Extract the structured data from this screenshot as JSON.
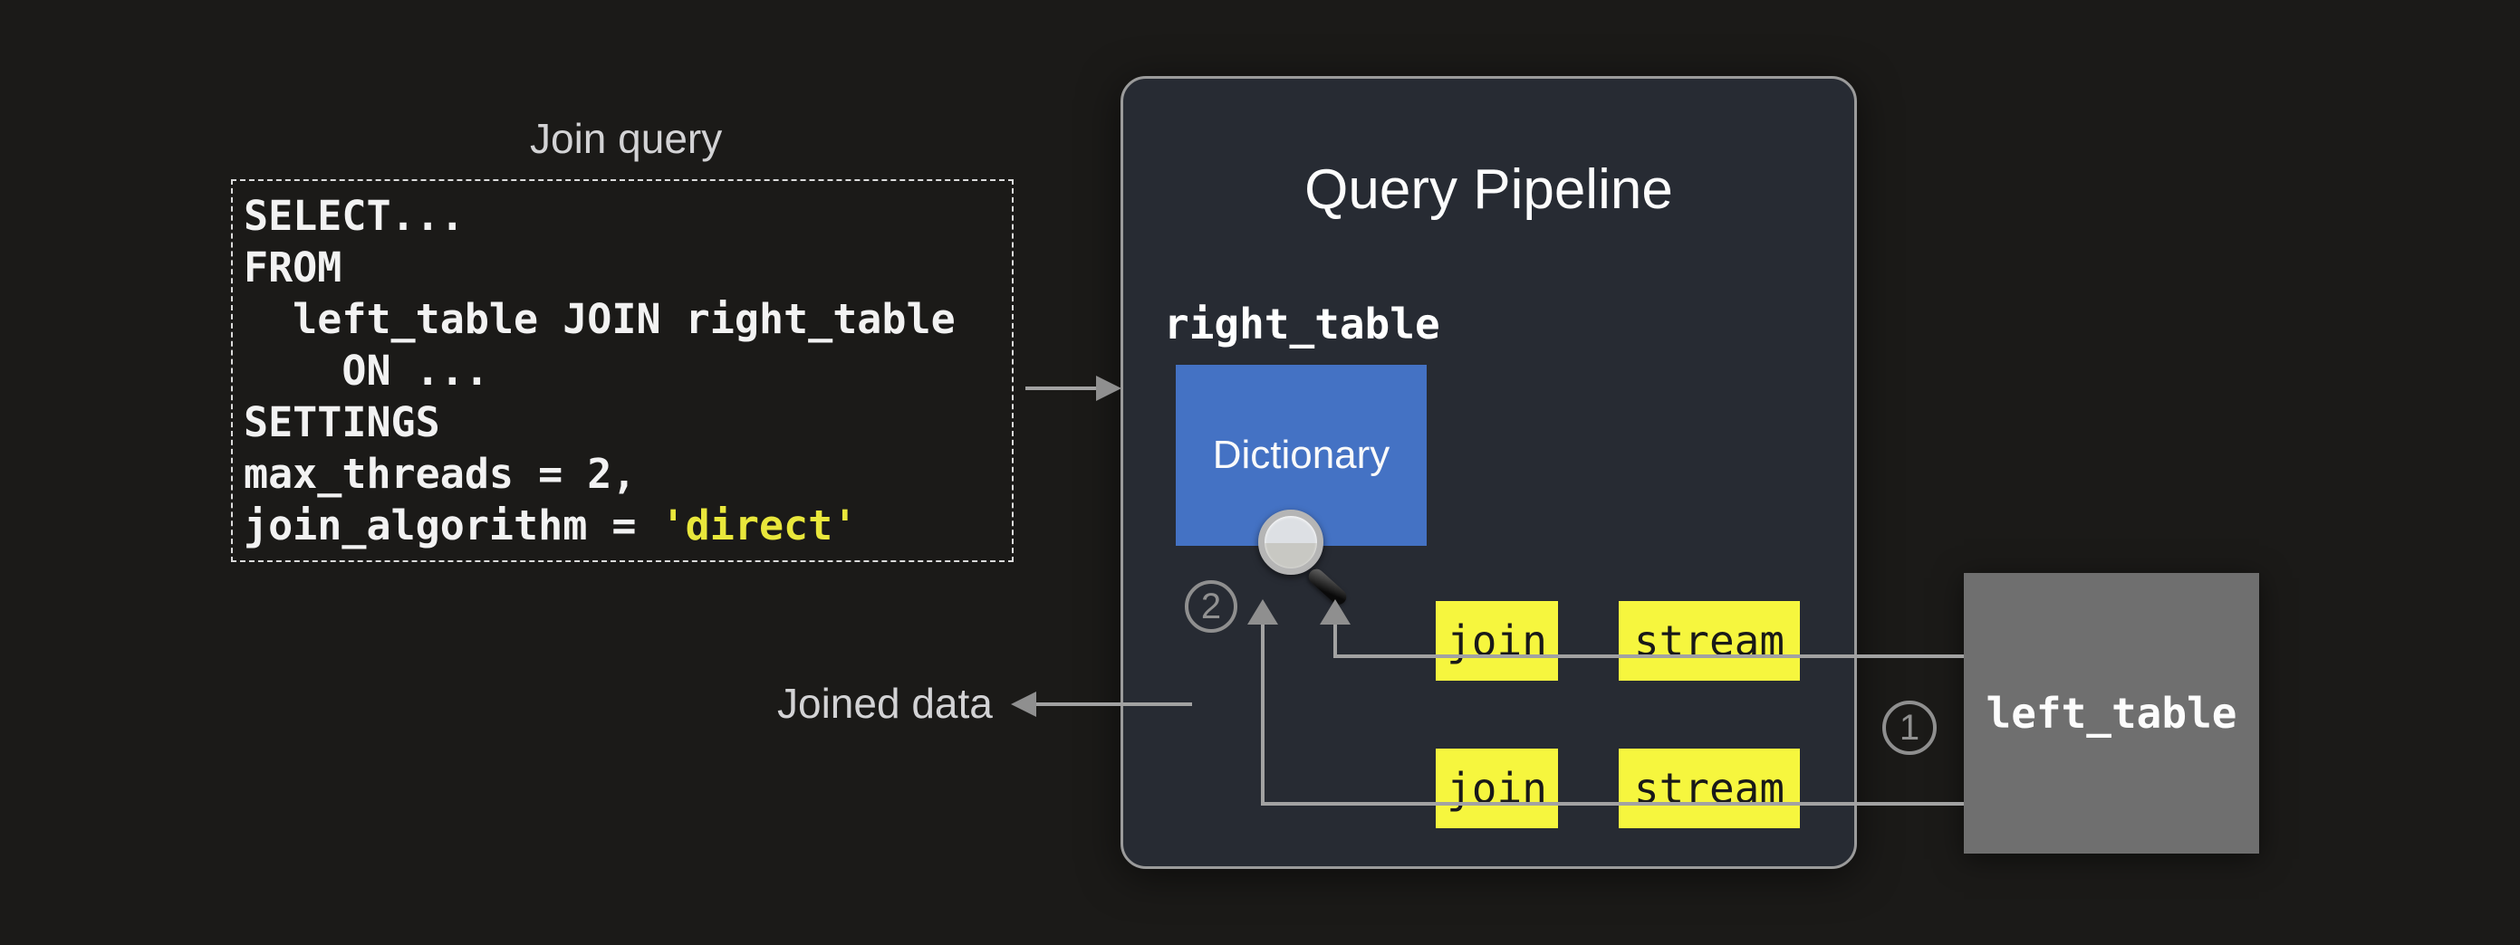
{
  "join_query": {
    "label": "Join query",
    "code_lines": [
      {
        "text": "SELECT..."
      },
      {
        "text": "FROM"
      },
      {
        "text": "  left_table JOIN right_table"
      },
      {
        "text": "    ON ..."
      },
      {
        "text": "SETTINGS"
      },
      {
        "text": "max_threads = 2,"
      },
      {
        "pre": "join_algorithm = ",
        "highlight": "'direct'"
      }
    ]
  },
  "pipeline": {
    "title": "Query Pipeline",
    "right_table_label": "right_table",
    "dictionary_label": "Dictionary",
    "step_badge": "2",
    "rows": [
      {
        "join": "join",
        "stream": "stream"
      },
      {
        "join": "join",
        "stream": "stream"
      }
    ]
  },
  "left_table": {
    "label": "left_table",
    "step_badge": "1"
  },
  "joined_data_label": "Joined data",
  "icons": {
    "magnifier": "magnifying-glass"
  },
  "colors": {
    "background": "#1b1a18",
    "pipeline_fill": "#272b33",
    "pipeline_border": "#9b9b9b",
    "dictionary_blue": "#4472c4",
    "node_yellow": "#f6f63e",
    "sql_string_yellow": "#e9e73b",
    "left_table_gray": "#6f6f6f",
    "line_gray": "#a2a2a2",
    "arrow_gray": "#8f8f8f",
    "label_gray": "#d3d3d5",
    "code_white": "#f2f2f2"
  }
}
